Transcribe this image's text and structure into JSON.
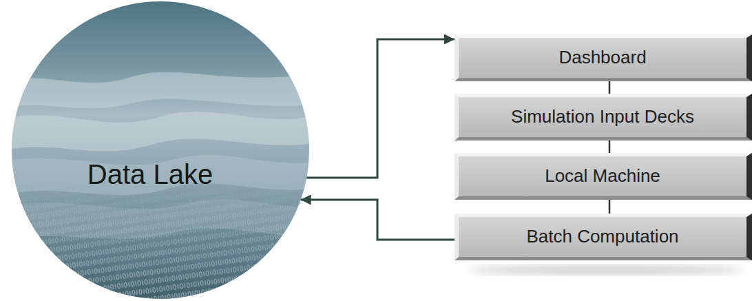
{
  "diagram": {
    "nodes": [
      {
        "text": [
          "Data Lake"
        ]
      },
      {
        "text": [
          "Dashboard"
        ]
      },
      {
        "text": [
          "Simulation Input Decks"
        ]
      },
      {
        "text": [
          "Local Machine"
        ]
      },
      {
        "text": [
          "Batch Computation"
        ]
      }
    ],
    "edges": [
      {
        "from": 0,
        "to": 1,
        "arrow": "to"
      },
      {
        "from": 1,
        "to": 2,
        "arrow": "none"
      },
      {
        "from": 2,
        "to": 3,
        "arrow": "none"
      },
      {
        "from": 3,
        "to": 4,
        "arrow": "none"
      },
      {
        "from": 4,
        "to": 0,
        "arrow": "to"
      }
    ]
  }
}
